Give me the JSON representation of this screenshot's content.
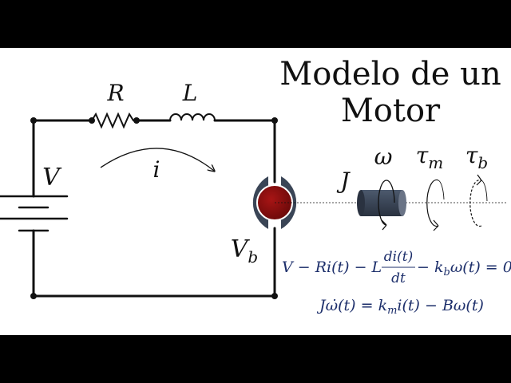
{
  "title": {
    "line1": "Modelo de un",
    "line2": "Motor"
  },
  "labels": {
    "voltage": "V",
    "resistor": "R",
    "inductor": "L",
    "current": "i",
    "back_emf": "V",
    "back_emf_sub": "b",
    "inertia": "J",
    "omega": "ω",
    "tau": "τ",
    "tau_m_sub": "m",
    "tau_b_sub": "b"
  },
  "equations": {
    "electrical_left": "V − Ri(t) − L",
    "electrical_frac_num": "di(t)",
    "electrical_frac_den": "dt",
    "electrical_right": "− k",
    "electrical_right_sub": "b",
    "electrical_tail": "ω(t) = 0",
    "mechanical_left": "Jω̇(t) = k",
    "mechanical_sub": "m",
    "mechanical_tail": "i(t) − Bω(t)"
  },
  "colors": {
    "background": "#ffffff",
    "letterbox": "#000000",
    "wire": "#111111",
    "rotor": "#8b0d0d",
    "stator": "#3a4556",
    "shaft": "#3a4556",
    "equation_text": "#1d2f6b"
  }
}
